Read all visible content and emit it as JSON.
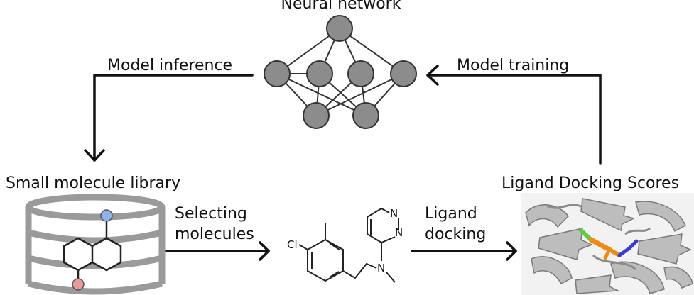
{
  "nodes": {
    "neural_network": "Neural network",
    "library": "Small molecule library",
    "scores": "Ligand Docking Scores"
  },
  "edges": {
    "inference": "Model inference",
    "training": "Model training",
    "selecting_line1": "Selecting",
    "selecting_line2": "molecules",
    "docking_line1": "Ligand",
    "docking_line2": "docking"
  },
  "molecule_atoms": {
    "chlorine": "Cl",
    "nitrogen": "N",
    "ring_n1": "N",
    "ring_n2": "N"
  },
  "colors": {
    "node_fill": "#8c8c8c",
    "database_gray": "#9a9a9a",
    "atom_blue": "#8fb3e8",
    "atom_red": "#e79a9a",
    "protein_gray": "#b9b9b9",
    "ligand_orange": "#ee8a1a",
    "ligand_green": "#5ec94a",
    "ligand_blue": "#3a3ad0"
  }
}
